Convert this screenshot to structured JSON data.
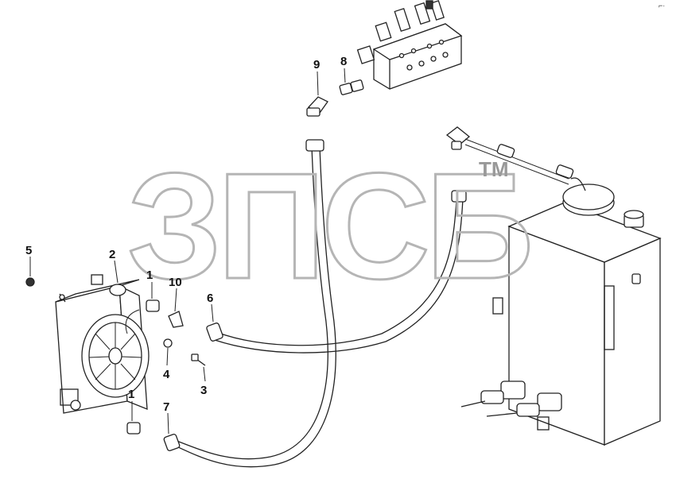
{
  "watermark": {
    "text": "ЗПСБ",
    "tm": "TM"
  },
  "corner_mark": "⌐·",
  "callouts": [
    "1",
    "1",
    "2",
    "3",
    "4",
    "5",
    "6",
    "7",
    "8",
    "9",
    "10"
  ]
}
